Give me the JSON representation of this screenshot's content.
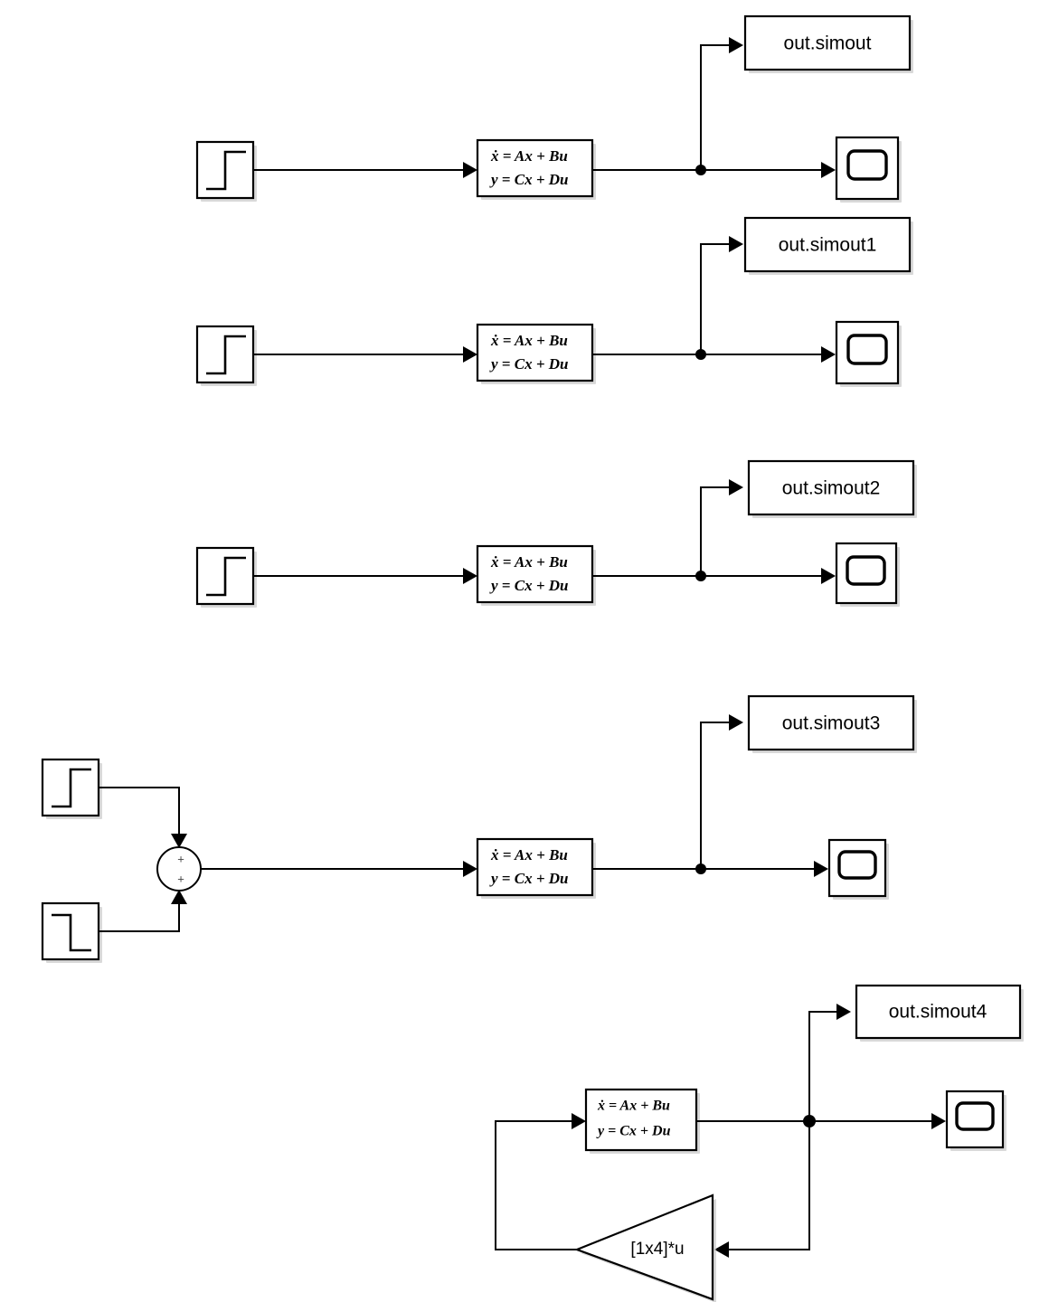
{
  "diagram": {
    "title": "Simulink state-space block diagram",
    "background_color": "#ffffff",
    "line_color": "#000000",
    "block_fill": "#ffffff"
  },
  "state_space": {
    "line1": "ẋ = Ax + Bu",
    "line2": "y = Cx + Du"
  },
  "gain": {
    "label": "[1x4]*u"
  },
  "sum": {
    "sign_top": "+",
    "sign_bottom": "+"
  },
  "outputs": [
    {
      "label": "out.simout"
    },
    {
      "label": "out.simout1"
    },
    {
      "label": "out.simout2"
    },
    {
      "label": "out.simout3"
    },
    {
      "label": "out.simout4"
    }
  ],
  "rows": [
    {
      "name": "row-1",
      "source": "step-rising",
      "output_label": "out.simout",
      "has_scope": true
    },
    {
      "name": "row-2",
      "source": "step-rising",
      "output_label": "out.simout1",
      "has_scope": true
    },
    {
      "name": "row-3",
      "source": "step-rising",
      "output_label": "out.simout2",
      "has_scope": true
    },
    {
      "name": "row-4",
      "source": "two-steps-summed",
      "output_label": "out.simout3",
      "has_scope": true
    },
    {
      "name": "row-5",
      "source": "feedback-loop",
      "output_label": "out.simout4",
      "has_scope": true
    }
  ],
  "icons": {
    "step_rising": "step-rising-icon",
    "step_falling": "step-falling-icon",
    "scope": "scope-icon",
    "sum": "sum-junction-icon",
    "gain": "gain-triangle-icon"
  }
}
